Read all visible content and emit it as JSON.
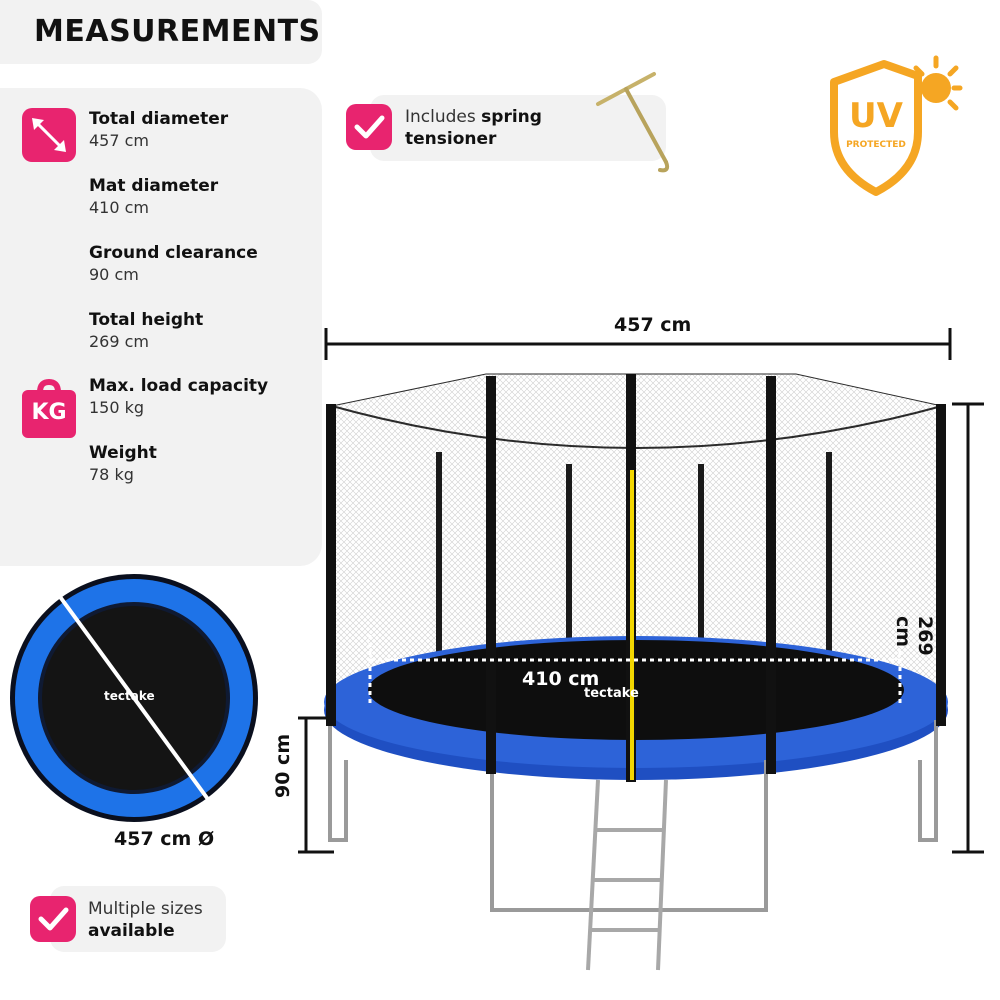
{
  "header": {
    "title": "MEASUREMENTS"
  },
  "specs": [
    {
      "label": "Total diameter",
      "value": "457 cm"
    },
    {
      "label": "Mat diameter",
      "value": "410 cm"
    },
    {
      "label": "Ground clearance",
      "value": "90 cm"
    },
    {
      "label": "Total height",
      "value": "269 cm"
    },
    {
      "label": "Max. load capacity",
      "value": "150 kg"
    },
    {
      "label": "Weight",
      "value": "78 kg"
    }
  ],
  "icons": {
    "diameter": "diagonal-arrow-icon",
    "weight": "kg-weight-icon",
    "check": "checkmark-icon",
    "tool": "spring-tensioner-icon",
    "uv": "uv-protected-badge"
  },
  "kg_badge_text": "KG",
  "feature_tensioner": {
    "normal": "Includes ",
    "bold1": "spring",
    "bold2": "tensioner"
  },
  "feature_sizes": {
    "line1": "Multiple sizes",
    "line2": "available"
  },
  "uv_badge": {
    "main": "UV",
    "sub": "PROTECTED"
  },
  "dimensions": {
    "width": "457 cm",
    "height": "269 cm",
    "clearance": "90 cm",
    "mat": "410 cm",
    "circle": "457 cm Ø"
  },
  "brand": "tectake",
  "colors": {
    "accent": "#e8246f",
    "uv_orange": "#f5a623",
    "pad_blue": "#1f4fc2",
    "panel_gray": "#f2f2f2"
  }
}
